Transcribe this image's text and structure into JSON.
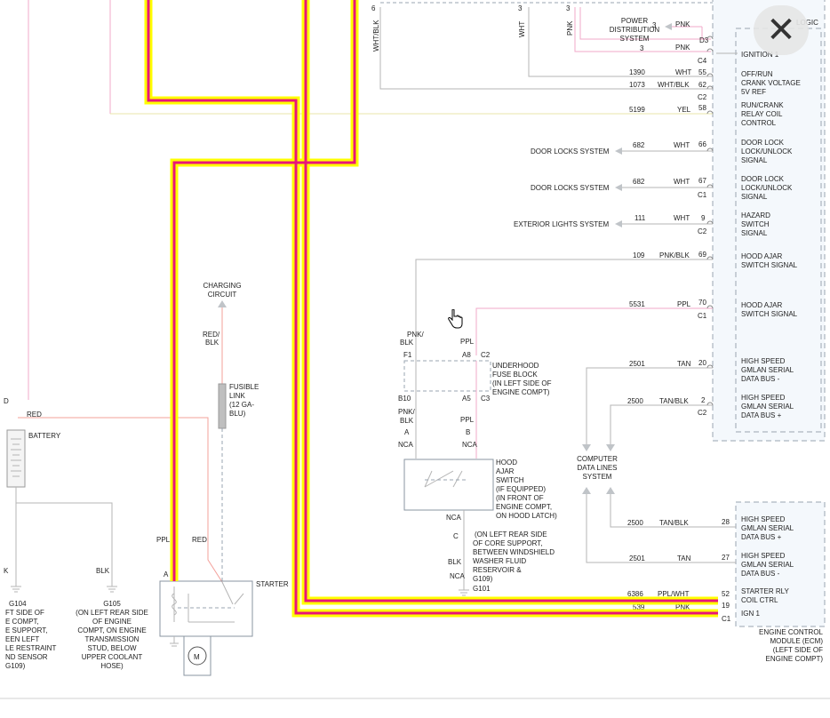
{
  "ui": {
    "close_glyph": "✕",
    "close_icon": "close-icon",
    "cursor_icon": "hand-pointer-icon"
  },
  "colors": {
    "highlight_yellow": "#ffff00",
    "highlight_wire": "#e8157a",
    "module_fill": "#f4f8fc"
  },
  "diagram": {
    "modules": {
      "bcm_logic": "LOGIC",
      "ecm": [
        "ENGINE CONTROL",
        "MODULE (ECM)",
        "(LEFT SIDE OF",
        "ENGINE COMPT)"
      ],
      "pds": [
        "POWER",
        "DISTRIBUTION",
        "SYSTEM"
      ],
      "ufb": [
        "UNDERHOOD",
        "FUSE BLOCK",
        "(IN LEFT SIDE OF",
        "ENGINE COMPT)"
      ],
      "hood_switch": [
        "HOOD",
        "AJAR",
        "SWITCH",
        "(IF EQUIPPED)",
        "(IN FRONT OF",
        "ENGINE COMPT,",
        "ON HOOD LATCH)"
      ],
      "cdl": [
        "COMPUTER",
        "DATA LINES",
        "SYSTEM"
      ],
      "charging": [
        "CHARGING",
        "CIRCUIT"
      ],
      "fusible": [
        "FUSIBLE",
        "LINK",
        "(12 GA-",
        "BLU)"
      ],
      "battery": "BATTERY",
      "starter": "STARTER",
      "motor": "M"
    },
    "bcm_pins": [
      {
        "label": [
          "IGNITION 1"
        ]
      },
      {
        "label": [
          "OFF/RUN",
          "CRANK VOLTAGE",
          "5V REF"
        ]
      },
      {
        "label": [
          "RUN/CRANK",
          "RELAY COIL",
          "CONTROL"
        ]
      },
      {
        "label": [
          "DOOR LOCK",
          "LOCK/UNLOCK",
          "SIGNAL"
        ]
      },
      {
        "label": [
          "DOOR LOCK",
          "LOCK/UNLOCK",
          "SIGNAL"
        ]
      },
      {
        "label": [
          "HAZARD",
          "SWITCH",
          "SIGNAL"
        ]
      },
      {
        "label": [
          "HOOD AJAR",
          "SWITCH SIGNAL"
        ]
      },
      {
        "label": [
          "HOOD AJAR",
          "SWITCH SIGNAL"
        ]
      },
      {
        "label": [
          "HIGH SPEED",
          "GMLAN SERIAL",
          "DATA BUS -"
        ]
      },
      {
        "label": [
          "HIGH SPEED",
          "GMLAN SERIAL",
          "DATA BUS +"
        ]
      }
    ],
    "ecm_pins": [
      {
        "label": [
          "HIGH SPEED",
          "GMLAN SERIAL",
          "DATA BUS +"
        ]
      },
      {
        "label": [
          "HIGH SPEED",
          "GMLAN SERIAL",
          "DATA BUS -"
        ]
      },
      {
        "label": [
          "STARTER RLY",
          "COIL CTRL"
        ]
      },
      {
        "label": [
          "IGN 1"
        ]
      }
    ],
    "systems": {
      "door1": "DOOR LOCKS SYSTEM",
      "door2": "DOOR LOCKS SYSTEM",
      "ext": "EXTERIOR LIGHTS SYSTEM"
    },
    "circuits": {
      "c1390": "1390",
      "c1073": "1073",
      "c5199": "5199",
      "c682a": "682",
      "c682b": "682",
      "c111": "111",
      "c109": "109",
      "c5531": "5531",
      "c2501a": "2501",
      "c2500a": "2500",
      "c2500b": "2500",
      "c2501b": "2501",
      "c6386": "6386",
      "c539": "539"
    },
    "colors": {
      "wht1": "WHT",
      "whtblk1": "WHT/BLK",
      "yel": "YEL",
      "wht2": "WHT",
      "wht3": "WHT",
      "wht4": "WHT",
      "pnkblk1": "PNK/BLK",
      "ppl1": "PPL",
      "tan1": "TAN",
      "tanblk1": "TAN/BLK",
      "tanblk2": "TAN/BLK",
      "tan2": "TAN",
      "pplwht": "PPL/WHT",
      "pnk1": "PNK",
      "pnk_a": "PNK",
      "pnk_b": "PNK",
      "whtblk_v": "WHT/BLK",
      "wht_v": "WHT",
      "pnk_v": "PNK",
      "pnkblk_f1": [
        "PNK/",
        "BLK"
      ],
      "ppl_a8": "PPL",
      "pnkblk_b10": [
        "PNK/",
        "BLK"
      ],
      "ppl_a5": "PPL",
      "redblk": [
        "RED/",
        "BLK"
      ],
      "red_bat": "RED",
      "ppl_st": "PPL",
      "red_st": "RED",
      "blk1": "BLK",
      "blk2": "BLK",
      "blk_g": "BLK"
    },
    "pin_nums": {
      "p3a": "3",
      "p3b": "3",
      "p3c": "3",
      "p6": "6",
      "p55": "55",
      "p62": "62",
      "p58": "58",
      "p66": "66",
      "p67": "67",
      "p9": "9",
      "p69": "69",
      "p70": "70",
      "p20": "20",
      "p2": "2",
      "p28": "28",
      "p27": "27",
      "p52": "52",
      "p19": "19"
    },
    "connectors": {
      "d3": "D3",
      "c4": "C4",
      "c2a": "C2",
      "c1a": "C1",
      "c2b": "C2",
      "c1b": "C1",
      "c2c": "C2",
      "c1c": "C1",
      "f1": "F1",
      "a8": "A8",
      "c2d": "C2",
      "b10": "B10",
      "a5": "A5",
      "c3": "C3",
      "a": "A",
      "b": "B",
      "c": "C",
      "a_st": "A",
      "nca1": "NCA",
      "nca2": "NCA",
      "nca3": "NCA",
      "nca4": "NCA"
    },
    "grounds": {
      "g101": "G101",
      "g101_desc": [
        "(ON LEFT REAR SIDE",
        "OF CORE SUPPORT,",
        "BETWEEN WINDSHIELD",
        "WASHER FLUID",
        "RESERVOIR &",
        "G109)"
      ],
      "g104": "G104",
      "g104_desc": [
        "FT SIDE OF",
        "E COMPT,",
        "E SUPPORT,",
        "EEN LEFT",
        "LE RESTRAINT",
        "ND SENSOR",
        "G109)"
      ],
      "g105": "G105",
      "g105_desc": [
        "(ON LEFT REAR SIDE",
        "OF ENGINE",
        "COMPT, ON ENGINE",
        "TRANSMISSION",
        "STUD, BELOW",
        "UPPER COOLANT",
        "HOSE)"
      ],
      "d_left": "D",
      "k_left": "K"
    }
  }
}
